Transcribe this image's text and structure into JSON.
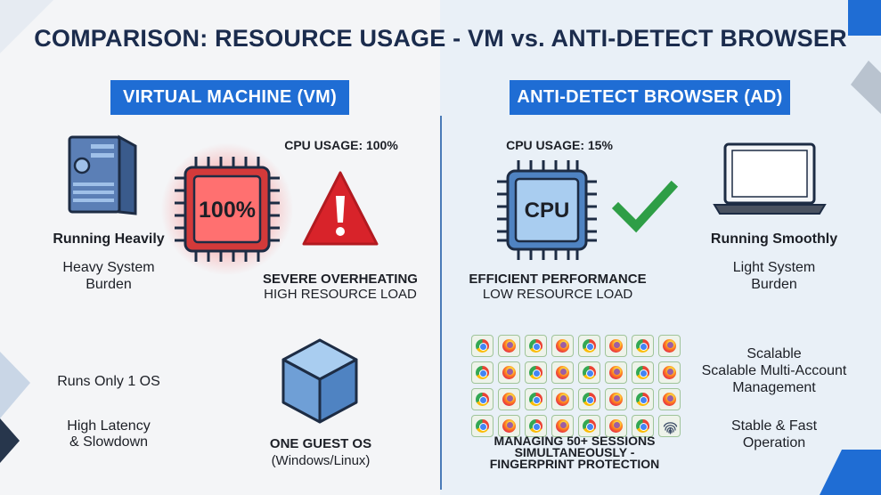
{
  "title": "COMPARISON: RESOURCE USAGE - VM vs. ANTI-DETECT BROWSER",
  "vm": {
    "header": "VIRTUAL MACHINE (VM)",
    "cpu_usage_label": "CPU USAGE: 100%",
    "cpu_chip_text": "100%",
    "status": "Running Heavily",
    "burden_line1": "Heavy System",
    "burden_line2": "Burden",
    "warning_line1": "SEVERE OVERHEATING",
    "warning_line2": "HIGH RESOURCE LOAD",
    "os_limit": "Runs Only 1 OS",
    "latency_line1": "High Latency",
    "latency_line2": "& Slowdown",
    "guest_os_title": "ONE GUEST OS",
    "guest_os_sub": "(Windows/Linux)"
  },
  "ad": {
    "header": "ANTI-DETECT BROWSER (AD)",
    "cpu_usage_label": "CPU USAGE: 15%",
    "cpu_chip_text": "CPU",
    "status": "Running Smoothly",
    "burden_line1": "Light System",
    "burden_line2": "Burden",
    "perf_line1": "EFFICIENT PERFORMANCE",
    "perf_line2": "LOW RESOURCE LOAD",
    "scalable_line1": "Scalable",
    "scalable_line2": "Scalable Multi-Account",
    "scalable_line3": "Management",
    "stable_line1": "Stable & Fast",
    "stable_line2": "Operation",
    "sessions_line1": "MANAGING 50+ SESSIONS",
    "sessions_line2": "SIMULTANEOUSLY -",
    "sessions_line3": "FINGERPRINT PROTECTION"
  },
  "session_grid": [
    [
      "chrome",
      "firefox",
      "chrome",
      "firefox",
      "chrome",
      "firefox",
      "chrome",
      "firefox"
    ],
    [
      "chrome",
      "firefox",
      "chrome",
      "firefox",
      "chrome",
      "firefox",
      "chrome",
      "firefox"
    ],
    [
      "chrome",
      "firefox",
      "chrome",
      "firefox",
      "chrome",
      "firefox",
      "chrome",
      "firefox"
    ],
    [
      "chrome",
      "firefox",
      "chrome",
      "firefox",
      "chrome",
      "firefox",
      "chrome",
      "fingerprint"
    ]
  ],
  "icons": {
    "vm_computer": "desktop-tower-icon",
    "vm_cpu": "cpu-chip-hot-icon",
    "vm_warning": "warning-triangle-icon",
    "vm_guest_os": "cube-icon",
    "ad_cpu": "cpu-chip-icon",
    "ad_check": "checkmark-icon",
    "ad_laptop": "laptop-icon",
    "session_tile": "browser-session-icon",
    "fingerprint": "fingerprint-icon"
  },
  "colors": {
    "banner_blue": "#1f6dd4",
    "title_navy": "#1b2c4d",
    "hot_red": "#e52b2b",
    "warning_red": "#d8232a",
    "check_green": "#2e9e46",
    "chip_blue": "#7fb2e6"
  }
}
